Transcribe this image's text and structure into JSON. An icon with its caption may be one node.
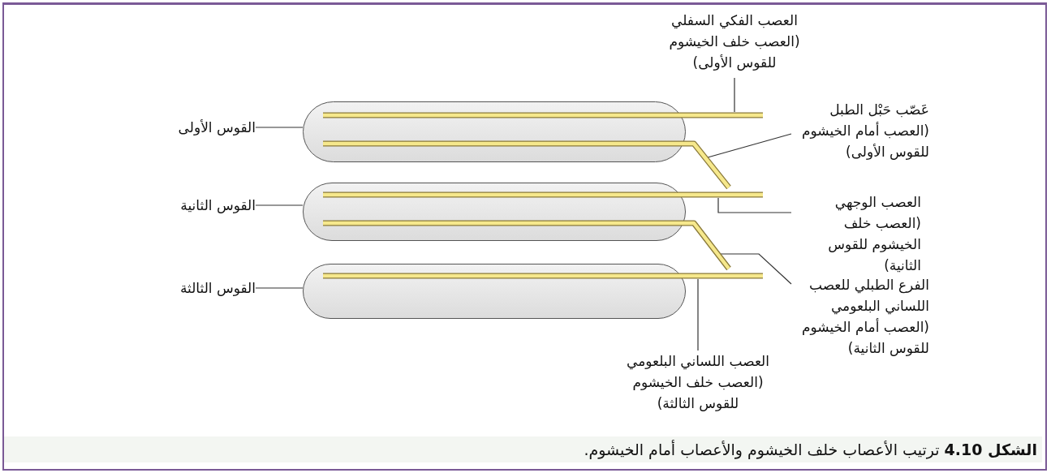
{
  "diagram": {
    "caption": "**الشكل 4.10** ترتيب الأعصاب خلف الخيشوم والأعصاب أمام الخيشوم.",
    "nodes": [
      {
        "text": [
          "العصب الفكي السفلي (العصب خلف الخيشوم للقوس الأولى)"
        ]
      },
      {
        "text": [
          "القوس الأولى"
        ]
      },
      {
        "text": [],
        "shape": "box"
      },
      {
        "text": [],
        "shape": "bar"
      },
      {
        "text": [],
        "shape": "bar"
      },
      {
        "text": [
          "عَصّب حَبْل الطبل (العصب أمام الخيشوم للقوس الأولى)"
        ]
      },
      {
        "text": [
          "القوس الثانية"
        ]
      },
      {
        "text": [],
        "shape": "box"
      },
      {
        "text": [],
        "shape": "bar"
      },
      {
        "text": [],
        "shape": "bar"
      },
      {
        "text": [
          "العصب الوجهي (العصب خلف الخيشوم للقوس الثانية)"
        ]
      },
      {
        "text": [
          "الفرع الطبلي للعصب اللساني البلعومي (العصب أمام الخيشوم للقوس الثانية)"
        ]
      },
      {
        "text": [
          "القوس الثالثة"
        ]
      },
      {
        "text": [],
        "shape": "box"
      },
      {
        "text": [],
        "shape": "bar"
      },
      {
        "text": [
          "العصب اللساني البلعومي (العصب خلف الخيشوم للقوس الثالثة)"
        ]
      }
    ],
    "edges": [
      {
        "from": 0,
        "to": 3,
        "arrow": "none"
      },
      {
        "from": 1,
        "to": 2,
        "arrow": "none"
      },
      {
        "from": 5,
        "to": 4,
        "arrow": "none"
      },
      {
        "from": 6,
        "to": 7,
        "arrow": "none"
      },
      {
        "from": 10,
        "to": 8,
        "arrow": "none"
      },
      {
        "from": 11,
        "to": 9,
        "arrow": "none"
      },
      {
        "from": 12,
        "to": 13,
        "arrow": "none"
      },
      {
        "from": 15,
        "to": 14,
        "arrow": "none"
      }
    ]
  }
}
